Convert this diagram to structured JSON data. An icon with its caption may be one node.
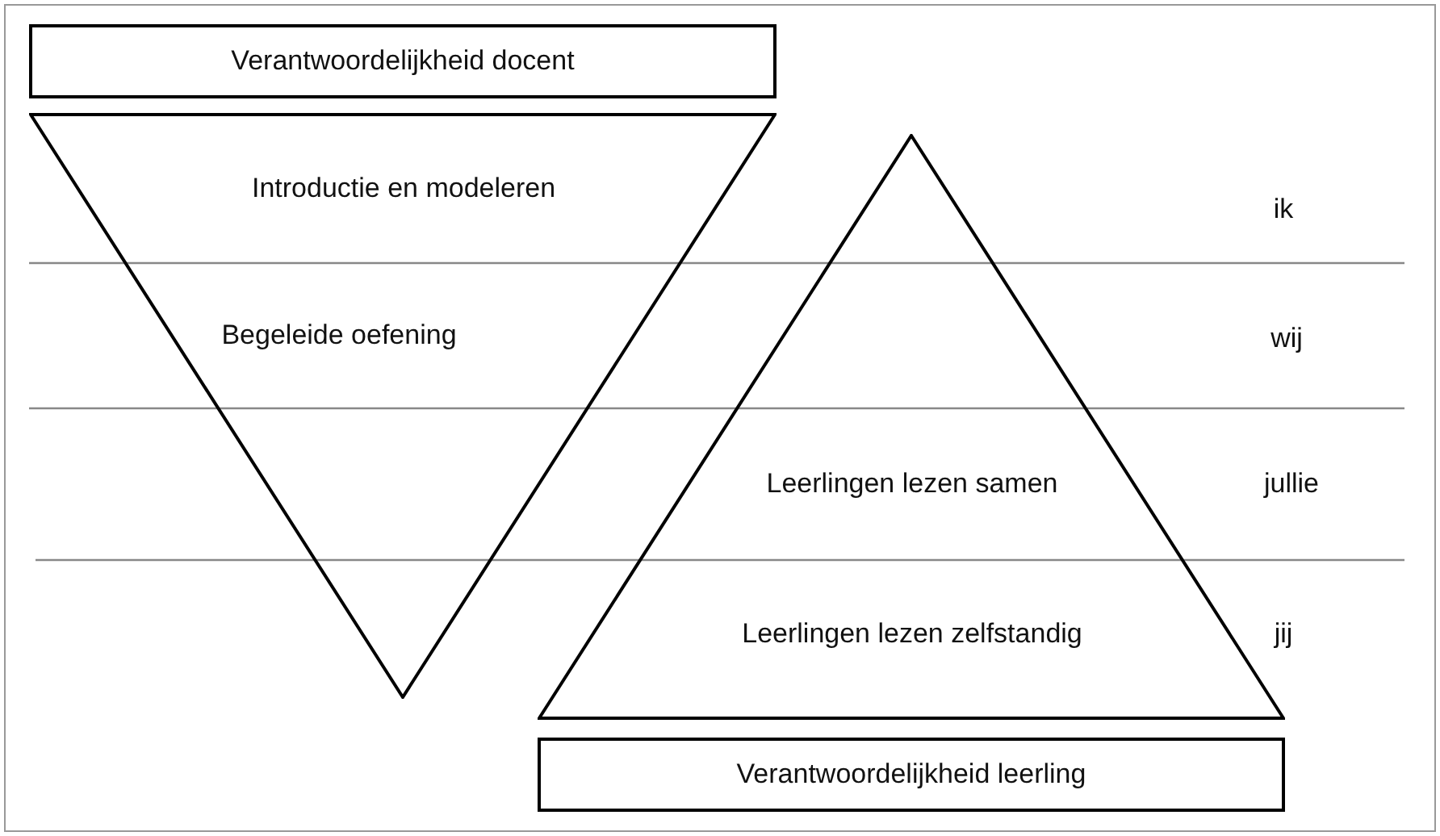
{
  "diagram": {
    "nodes": [
      {
        "text": [
          "Verantwoordelijkheid docent"
        ]
      },
      {
        "text": [
          "Introductie en modeleren",
          "Begeleide oefening"
        ]
      },
      {
        "text": [
          "Leerlingen lezen samen",
          "Leerlingen lezen zelfstandig"
        ]
      },
      {
        "text": [
          "Verantwoordelijkheid leerling"
        ]
      }
    ],
    "labels": [
      "ik",
      "wij",
      "jullie",
      "jij"
    ]
  }
}
